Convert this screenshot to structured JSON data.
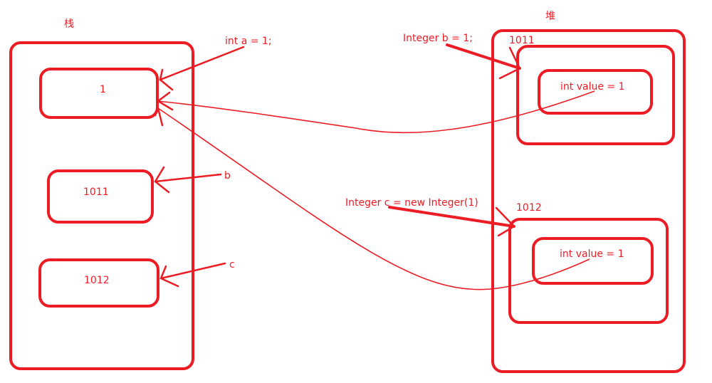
{
  "diagram": {
    "title_stack": "栈",
    "title_heap": "堆",
    "color": "#ec1c24",
    "stack": {
      "cells": [
        {
          "value": "1"
        },
        {
          "value": "1011"
        },
        {
          "value": "1012"
        }
      ]
    },
    "heap": {
      "objects": [
        {
          "address": "1011",
          "field": "int value = 1"
        },
        {
          "address": "1012",
          "field": "int value = 1"
        }
      ]
    },
    "annotations": {
      "a_decl": "int a = 1;",
      "b_decl": "Integer b = 1;",
      "c_decl": "Integer  c  = new Integer(1)",
      "b_label": "b",
      "c_label": "c"
    }
  }
}
